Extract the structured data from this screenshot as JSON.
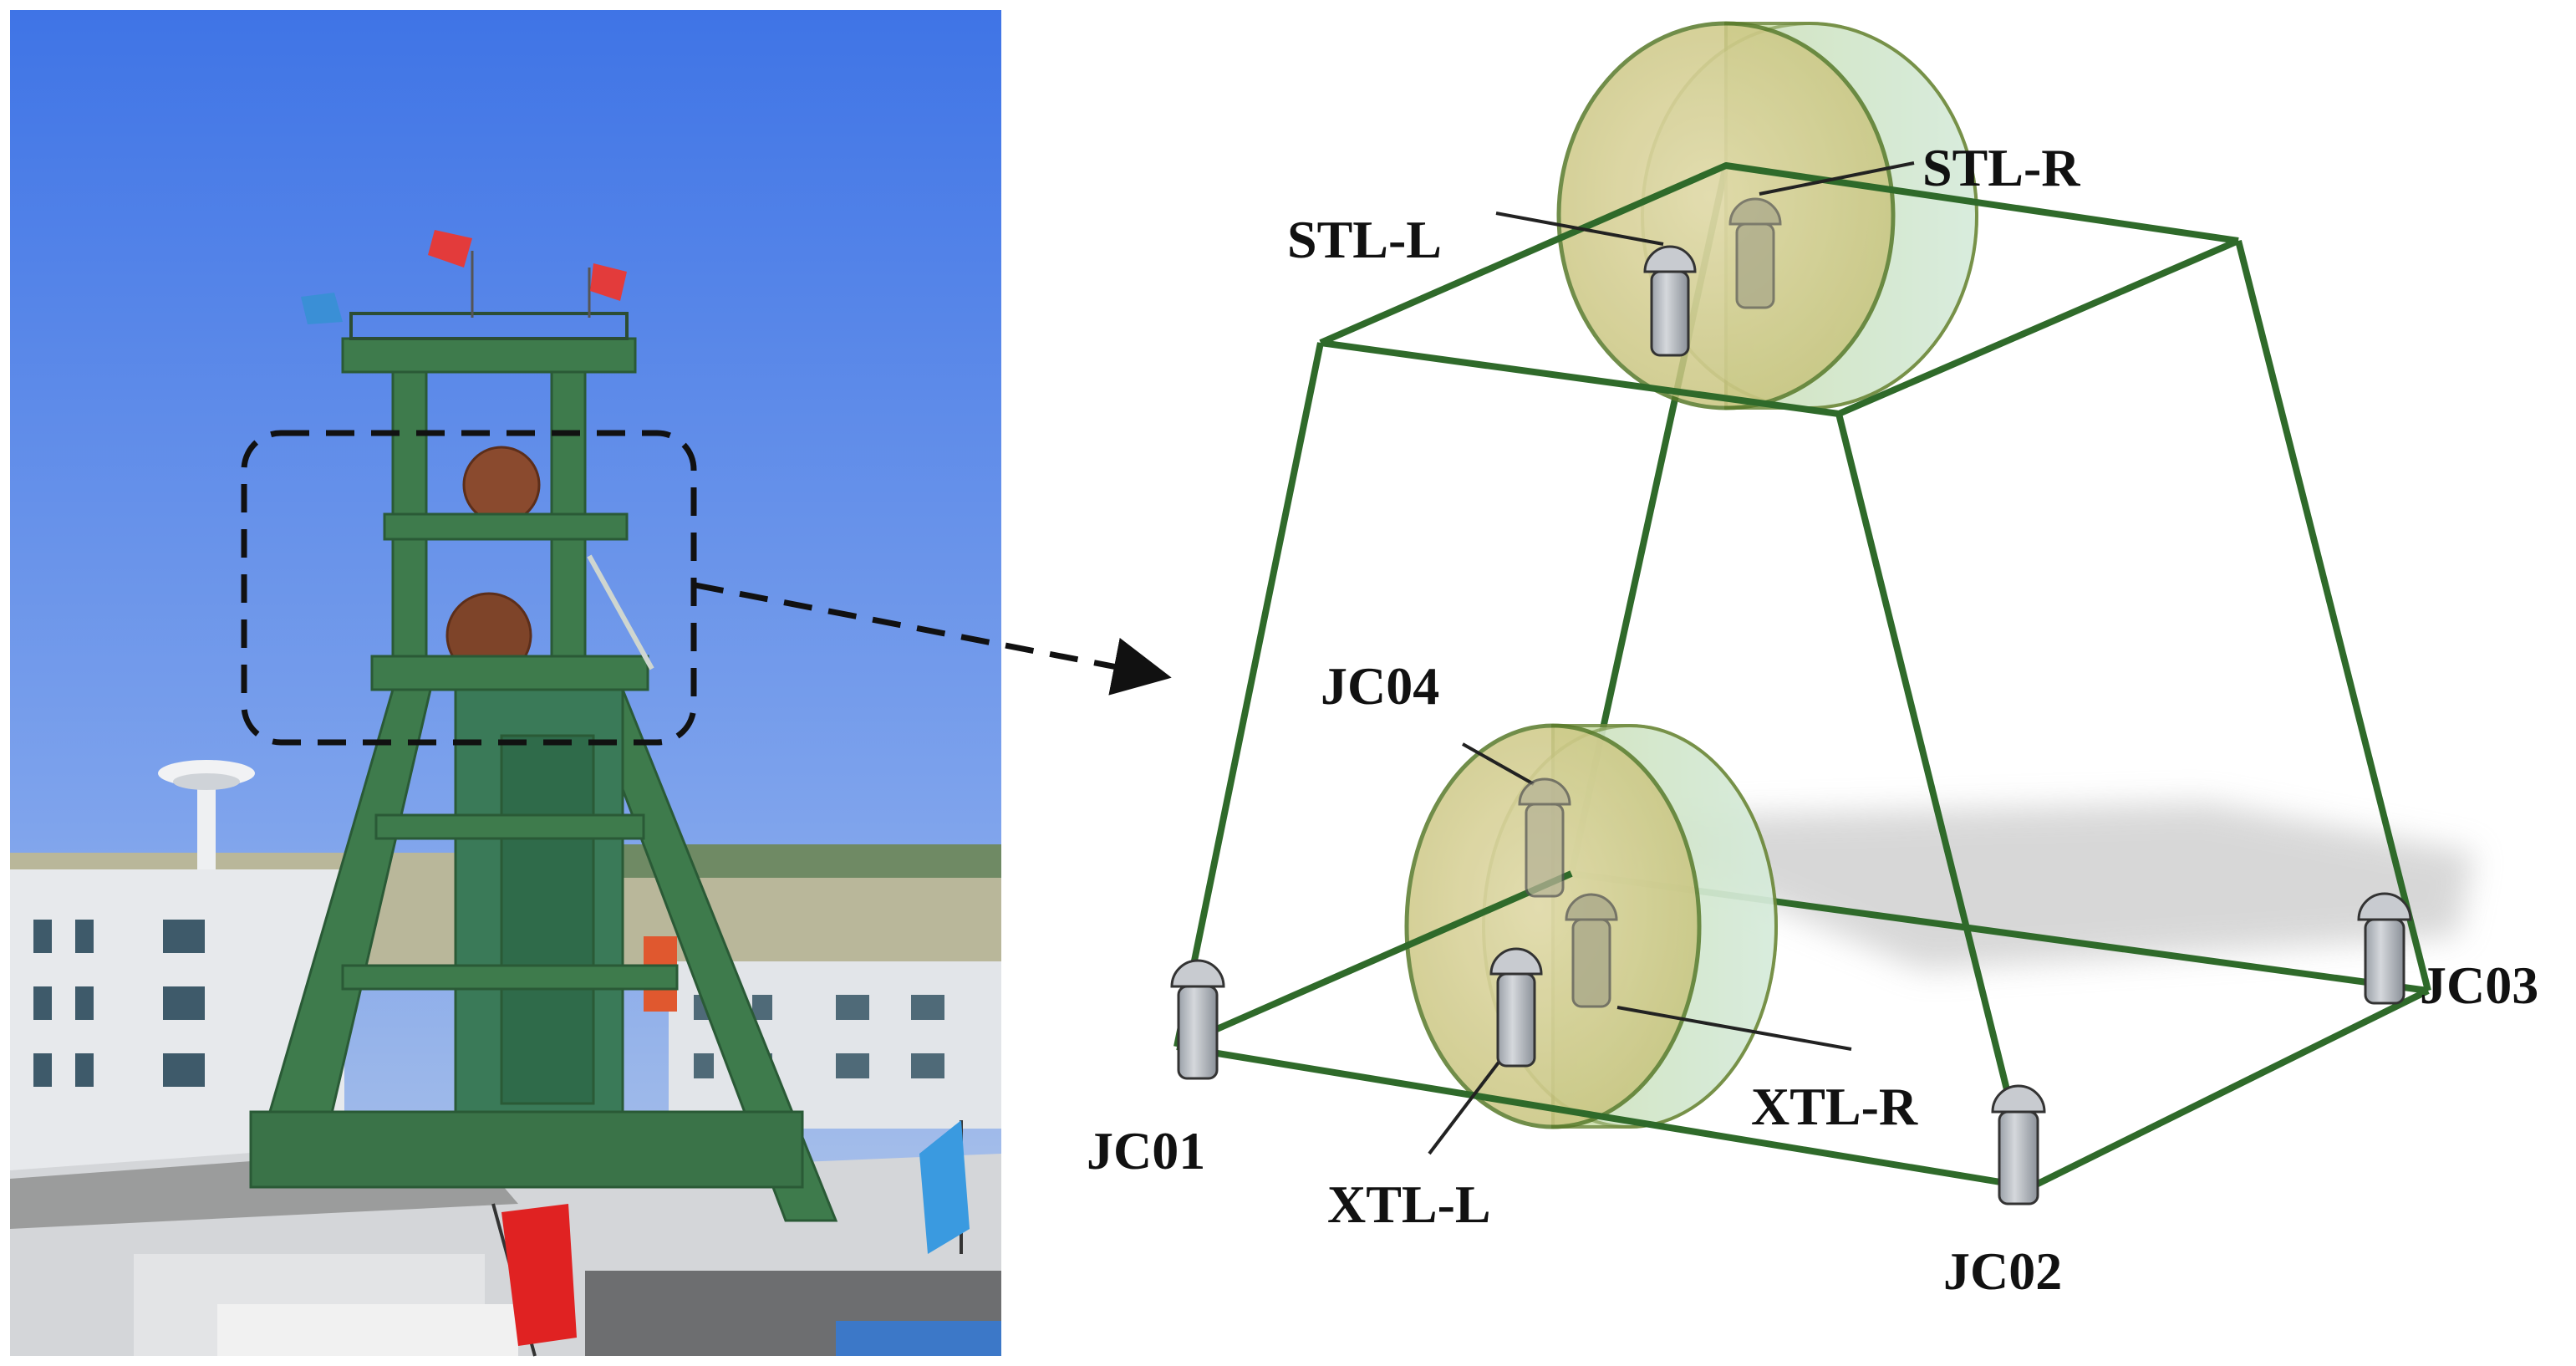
{
  "photo": {
    "subject": "headframe-tower-photo",
    "colors": {
      "sky_top": "#4a7de8",
      "sky_bottom": "#9bb8ee",
      "tower": "#3f7a4a",
      "flag_red": "#e33b3b",
      "flag_blue": "#3a8fd6"
    }
  },
  "diagram": {
    "colors": {
      "frame": "#2f6a2a",
      "sheave_fill": "#cfc99a",
      "sheave_edge": "#b6c78a",
      "sheave_side": "#c9e3c8",
      "monument": "#b9bcc2",
      "arrow": "#111111"
    },
    "labels": {
      "stl_l": "STL-L",
      "stl_r": "STL-R",
      "jc04": "JC04",
      "jc01": "JC01",
      "jc02": "JC02",
      "jc03": "JC03",
      "xtl_l": "XTL-L",
      "xtl_r": "XTL-R"
    }
  }
}
